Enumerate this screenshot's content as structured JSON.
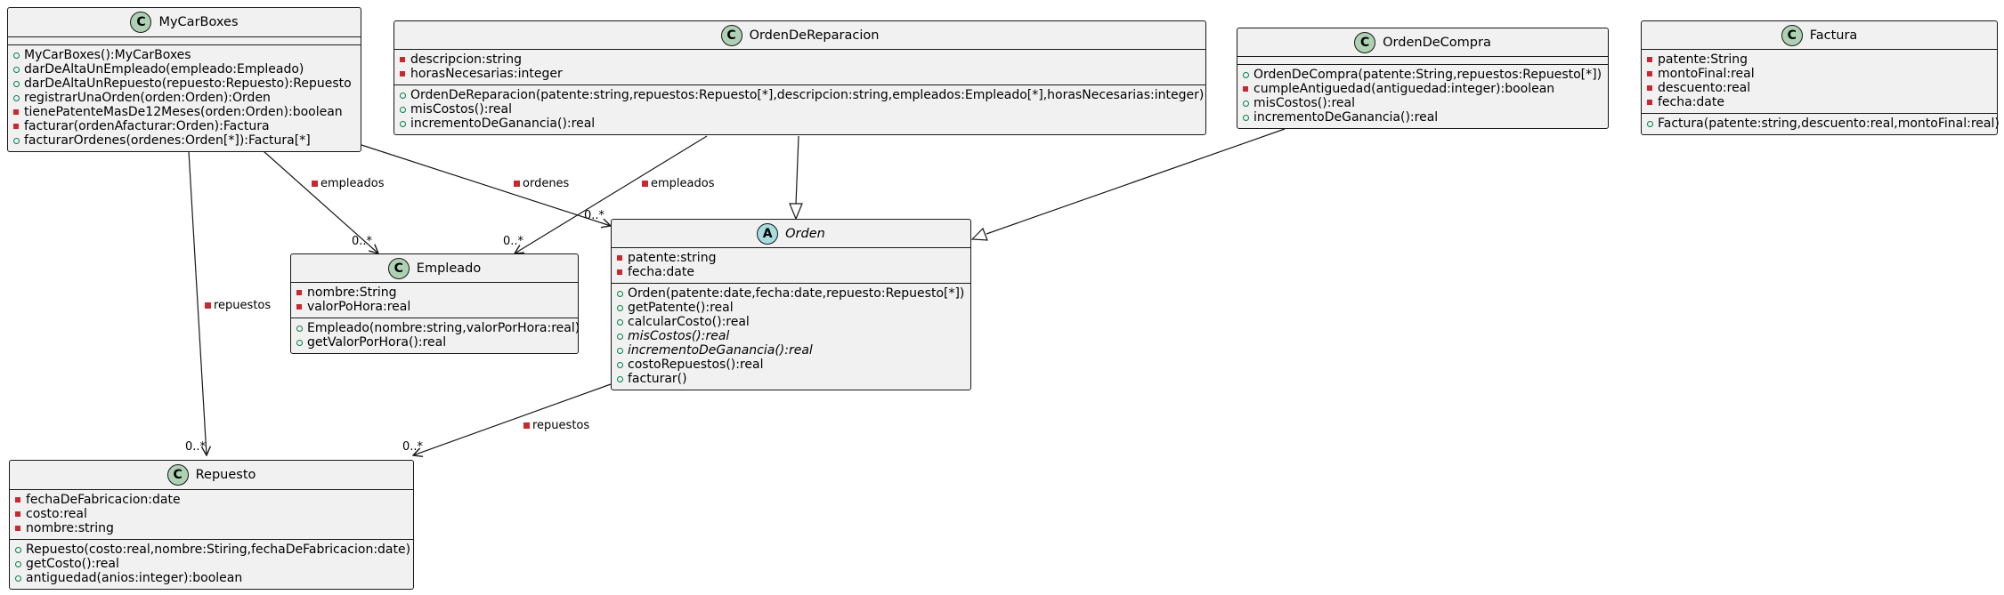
{
  "classes": {
    "mycarboxes": {
      "name": "MyCarBoxes",
      "stereotype": "C",
      "attributes": [],
      "methods": [
        {
          "vis": "+",
          "text": "MyCarBoxes():MyCarBoxes"
        },
        {
          "vis": "+",
          "text": "darDeAltaUnEmpleado(empleado:Empleado)"
        },
        {
          "vis": "+",
          "text": "darDeAltaUnRepuesto(repuesto:Repuesto):Repuesto"
        },
        {
          "vis": "+",
          "text": "registrarUnaOrden(orden:Orden):Orden"
        },
        {
          "vis": "-",
          "text": "tienePatenteMasDe12Meses(orden:Orden):boolean"
        },
        {
          "vis": "-",
          "text": "facturar(ordenAfacturar:Orden):Factura"
        },
        {
          "vis": "+",
          "text": "facturarOrdenes(ordenes:Orden[*]):Factura[*]"
        }
      ]
    },
    "ordendereparacion": {
      "name": "OrdenDeReparacion",
      "stereotype": "C",
      "attributes": [
        {
          "vis": "-",
          "text": "descripcion:string"
        },
        {
          "vis": "-",
          "text": "horasNecesarias:integer"
        }
      ],
      "methods": [
        {
          "vis": "+",
          "text": "OrdenDeReparacion(patente:string,repuestos:Repuesto[*],descripcion:string,empleados:Empleado[*],horasNecesarias:integer)"
        },
        {
          "vis": "+",
          "text": "misCostos():real"
        },
        {
          "vis": "+",
          "text": "incrementoDeGanancia():real"
        }
      ]
    },
    "ordendecompra": {
      "name": "OrdenDeCompra",
      "stereotype": "C",
      "attributes": [],
      "methods": [
        {
          "vis": "+",
          "text": "OrdenDeCompra(patente:String,repuestos:Repuesto[*])"
        },
        {
          "vis": "-",
          "text": "cumpleAntiguedad(antiguedad:integer):boolean"
        },
        {
          "vis": "+",
          "text": "misCostos():real"
        },
        {
          "vis": "+",
          "text": "incrementoDeGanancia():real"
        }
      ]
    },
    "factura": {
      "name": "Factura",
      "stereotype": "C",
      "attributes": [
        {
          "vis": "-",
          "text": "patente:String"
        },
        {
          "vis": "-",
          "text": "montoFinal:real"
        },
        {
          "vis": "-",
          "text": "descuento:real"
        },
        {
          "vis": "-",
          "text": "fecha:date"
        }
      ],
      "methods": [
        {
          "vis": "+",
          "text": "Factura(patente:string,descuento:real,montoFinal:real)"
        }
      ]
    },
    "empleado": {
      "name": "Empleado",
      "stereotype": "C",
      "attributes": [
        {
          "vis": "-",
          "text": "nombre:String"
        },
        {
          "vis": "-",
          "text": "valorPoHora:real"
        }
      ],
      "methods": [
        {
          "vis": "+",
          "text": "Empleado(nombre:string,valorPorHora:real)"
        },
        {
          "vis": "+",
          "text": "getValorPorHora():real"
        }
      ]
    },
    "orden": {
      "name": "Orden",
      "stereotype": "A",
      "attributes": [
        {
          "vis": "-",
          "text": "patente:string"
        },
        {
          "vis": "-",
          "text": "fecha:date"
        }
      ],
      "methods": [
        {
          "vis": "+",
          "text": "Orden(patente:date,fecha:date,repuesto:Repuesto[*])"
        },
        {
          "vis": "+",
          "text": "getPatente():real"
        },
        {
          "vis": "+",
          "text": "calcularCosto():real"
        },
        {
          "vis": "+",
          "text": "misCostos():real",
          "abstract": true
        },
        {
          "vis": "+",
          "text": "incrementoDeGanancia():real",
          "abstract": true
        },
        {
          "vis": "+",
          "text": "costoRepuestos():real"
        },
        {
          "vis": "+",
          "text": "facturar()"
        }
      ]
    },
    "repuesto": {
      "name": "Repuesto",
      "stereotype": "C",
      "attributes": [
        {
          "vis": "-",
          "text": "fechaDeFabricacion:date"
        },
        {
          "vis": "-",
          "text": "costo:real"
        },
        {
          "vis": "-",
          "text": "nombre:string"
        }
      ],
      "methods": [
        {
          "vis": "+",
          "text": "Repuesto(costo:real,nombre:Stiring,fechaDeFabricacion:date)"
        },
        {
          "vis": "+",
          "text": "getCosto():real"
        },
        {
          "vis": "+",
          "text": "antiguedad(anios:integer):boolean"
        }
      ]
    }
  },
  "relations": {
    "mycarboxes_empleados": {
      "role": "empleados",
      "multiplicity": "0..*"
    },
    "mycarboxes_ordenes": {
      "role": "ordenes",
      "multiplicity": "0..*"
    },
    "mycarboxes_repuestos": {
      "role": "repuestos",
      "multiplicity": "0..*"
    },
    "ordendereparacion_empleados": {
      "role": "empleados",
      "multiplicity": "0..*"
    },
    "orden_repuestos": {
      "role": "repuestos",
      "multiplicity": "0..*"
    }
  },
  "colors": {
    "class_fill": "#f1f1f1",
    "border": "#181818",
    "class_badge": "#add1b2",
    "abstract_badge": "#a9dcdf",
    "private_marker": "#c82930",
    "public_marker": "#038048",
    "line": "#181818"
  }
}
